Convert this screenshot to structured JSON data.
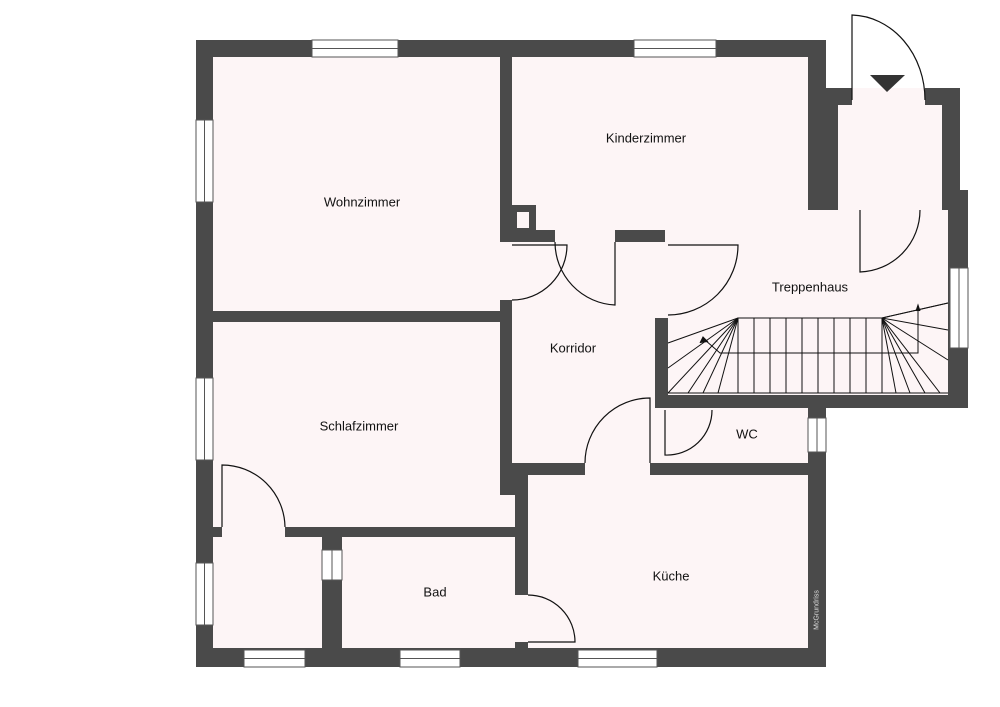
{
  "colors": {
    "wall": "#4a4a4a",
    "room": "#fdf5f6",
    "window": "#ffffff",
    "line": "#111111"
  },
  "rooms": {
    "wohnzimmer": "Wohnzimmer",
    "kinderzimmer": "Kinderzimmer",
    "treppenhaus": "Treppenhaus",
    "korridor": "Korridor",
    "schlafzimmer": "Schlafzimmer",
    "wc": "WC",
    "kueche": "Küche",
    "bad": "Bad"
  },
  "watermark": "McGrundriss"
}
